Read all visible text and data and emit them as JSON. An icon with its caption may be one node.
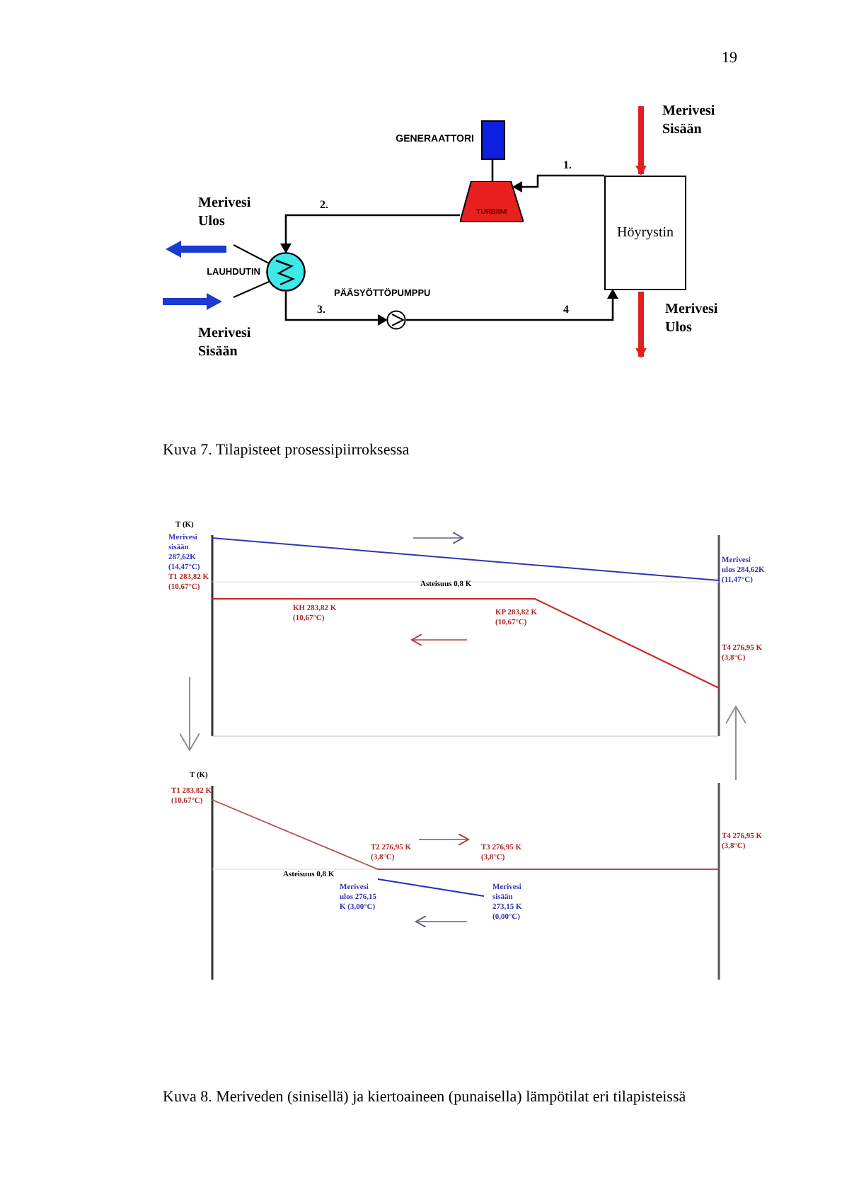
{
  "diagram": {
    "caption": "Kuva 8. Meriveden (sinisellä) ja kiertoaineen (punaisella) lämpötilat eri tilapisteissä",
    "nodes": [
      {
        "text": [],
        "shape": "box",
        "beside": [
          "GENERAATTORI"
        ]
      },
      {
        "text": [
          "TURBIINI"
        ]
      },
      {
        "text": [
          "Höyrystin"
        ]
      },
      {
        "text": [
          "LAUHDUTIN"
        ]
      },
      {
        "text": [
          "PÄÄSYÖTTÖPUMPPU"
        ]
      }
    ],
    "edges": [
      {
        "from": 2,
        "to": 1,
        "arrow": "to",
        "label": "1."
      },
      {
        "from": 1,
        "to": 3,
        "arrow": "to",
        "label": "2."
      },
      {
        "from": 3,
        "to": 4,
        "arrow": "to",
        "label": "3."
      },
      {
        "from": 4,
        "to": 2,
        "arrow": "to",
        "label": "4"
      },
      {
        "from": 0,
        "to": 1,
        "arrow": "none"
      },
      {
        "from": null,
        "to": 2,
        "arrow": "to",
        "style": "thick",
        "color": "#e02020"
      },
      {
        "from": 2,
        "to": null,
        "arrow": "to",
        "style": "thick",
        "color": "#e02020"
      }
    ],
    "labels": [
      "19",
      "Merivesi Sisään",
      "Merivesi Ulos",
      "Merivesi Sisään",
      "Merivesi Ulos",
      "Kuva 7. Tilapisteet prosessipiirroksessa",
      "T (K)",
      "Merivesi sisään 287,62K (14,47°C)",
      "T1 283,82 K (10,67°C)",
      "Asteisuus 0,8 K",
      "KH 283,82 K (10,67°C)",
      "KP 283,82 K (10,67°C)",
      "Merivesi ulos 284,62K (11,47°C)",
      "T4 276,95 K (3,8°C)",
      "T (K)",
      "T1 283,82 K (10,67°C)",
      "T2 276,95 K (3,8°C)",
      "T3 276,95 K (3,8°C)",
      "Asteisuus 0,8 K",
      "Merivesi ulos 276,15 K (3,00°C)",
      "Merivesi sisään 273,15 K (0,00°C)",
      "T4 276,95 K (3,8°C)"
    ]
  }
}
